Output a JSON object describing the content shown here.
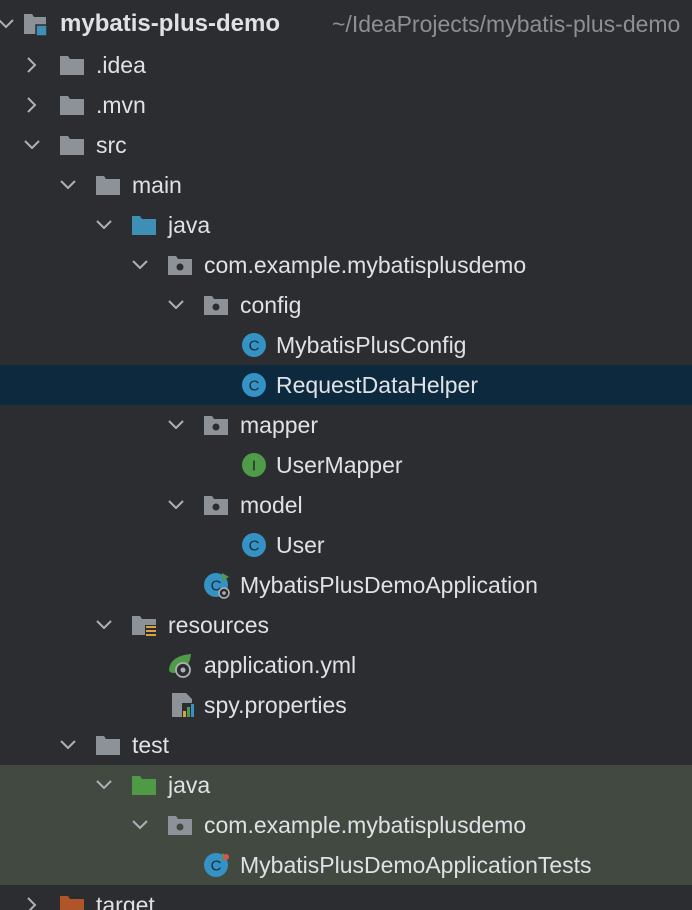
{
  "project": {
    "name": "mybatis-plus-demo",
    "path": "~/IdeaProjects/mybatis-plus-demo"
  },
  "tree": {
    "idea": ".idea",
    "mvn": ".mvn",
    "src": "src",
    "main": "main",
    "java_main": "java",
    "package_main": "com.example.mybatisplusdemo",
    "config": "config",
    "mybatis_plus_config": "MybatisPlusConfig",
    "request_data_helper": "RequestDataHelper",
    "mapper": "mapper",
    "user_mapper": "UserMapper",
    "model": "model",
    "user": "User",
    "demo_application": "MybatisPlusDemoApplication",
    "resources": "resources",
    "application_yml": "application.yml",
    "spy_properties": "spy.properties",
    "test": "test",
    "java_test": "java",
    "package_test": "com.example.mybatisplusdemo",
    "demo_application_tests": "MybatisPlusDemoApplicationTests",
    "target": "target"
  },
  "colors": {
    "background": "#2b2d30",
    "selection": "#0d293e",
    "test_highlight": "#414941",
    "folder": "#8c9297",
    "source_folder": "#3d8fb5",
    "test_folder": "#4e9a45",
    "class_icon": "#3592c4",
    "interface_icon": "#4f9b4a",
    "excluded_folder": "#b0552a"
  }
}
